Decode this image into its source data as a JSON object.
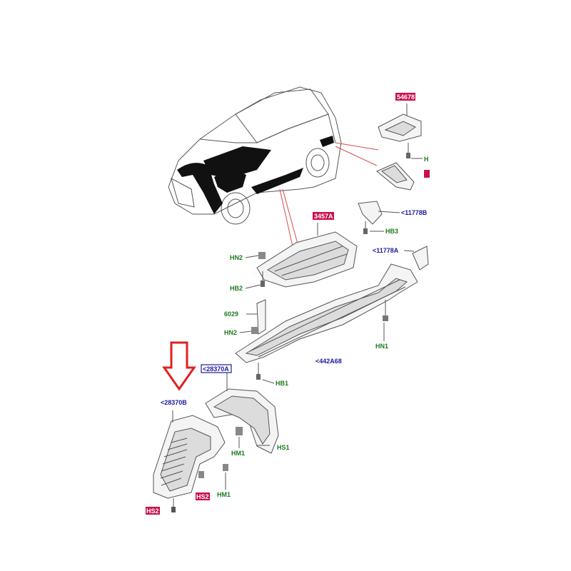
{
  "colors": {
    "callout_green": "#1e7a1e",
    "callout_blue": "#1a1a9a",
    "highlight_red": "#c8104a",
    "arrow_red": "#e02020"
  },
  "labels": {
    "hn2_top": "HN2",
    "hb2": "HB2",
    "l6029": "6029",
    "hn2_mid": "HN2",
    "hb1": "HB1",
    "hn1": "HN1",
    "hb3": "HB3",
    "l11778b": "<11778B",
    "l11778a": "<11778A",
    "l442a68": "<442A68",
    "l28370a": "<28370A",
    "l28370b": "<28370B",
    "hm1_a": "HM1",
    "hs1": "HS1",
    "hm1_b": "HM1",
    "h_partial": "H"
  },
  "highlights": {
    "top_right": "54678",
    "mid": "3457A",
    "bottom_small": "HS2",
    "bottom_left": "HS2"
  }
}
